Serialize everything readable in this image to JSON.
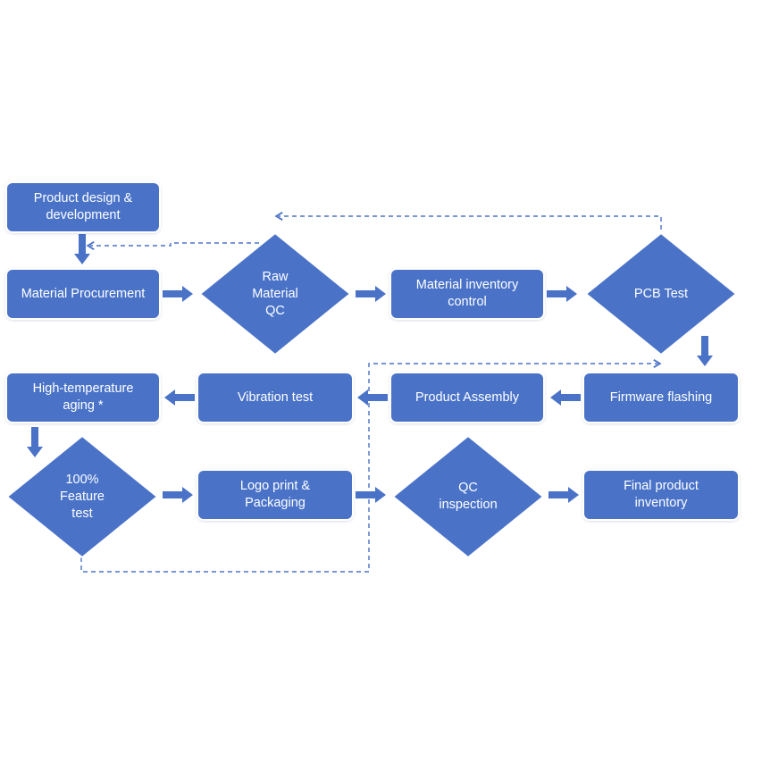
{
  "colors": {
    "node_fill": "#4a73c8",
    "arrow": "#4a73c8",
    "dashed_line": "#4a73c8"
  },
  "nodes": {
    "product_design": "Product design &\ndevelopment",
    "material_procurement": "Material Procurement",
    "raw_material_qc": "Raw\nMaterial\nQC",
    "material_inventory": "Material inventory\ncontrol",
    "pcb_test": "PCB Test",
    "firmware_flashing": "Firmware flashing",
    "product_assembly": "Product Assembly",
    "vibration_test": "Vibration test",
    "high_temp_aging": "High-temperature\naging *",
    "feature_test": "100%\nFeature\ntest",
    "logo_packaging": "Logo print &\nPackaging",
    "qc_inspection": "QC\ninspection",
    "final_inventory": "Final product\ninventory"
  }
}
